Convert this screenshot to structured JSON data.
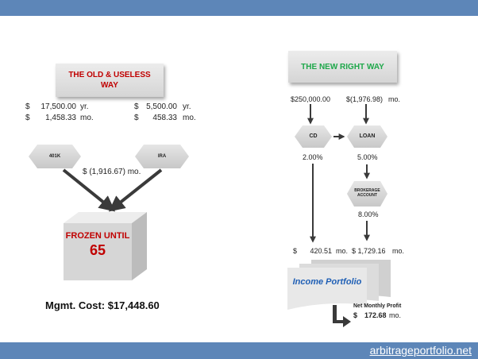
{
  "footer": {
    "link": "arbitrageportfolio.net"
  },
  "colors": {
    "bar": "#5d86b8",
    "old_title": "#c00000",
    "new_title": "#1ea84a",
    "portfolio_title": "#1f5fb5"
  },
  "old_way": {
    "title_line1": "THE OLD & USELESS",
    "title_line2": "WAY",
    "left": {
      "sym1": "$",
      "yearly": "17,500.00",
      "yearly_unit": "yr.",
      "sym2": "$",
      "monthly": "1,458.33",
      "monthly_unit": "mo."
    },
    "right": {
      "sym1": "$",
      "yearly": "5,500.00",
      "yearly_unit": "yr.",
      "sym2": "$",
      "monthly": "458.33",
      "monthly_unit": "mo."
    },
    "node_401k": "401K",
    "node_ira": "IRA",
    "payment": "$ (1,916.67) mo.",
    "frozen_line1": "FROZEN UNTIL",
    "frozen_line2": "65",
    "mgmt_cost": "Mgmt. Cost: $17,448.60"
  },
  "new_way": {
    "title": "THE NEW RIGHT WAY",
    "cd_amount": "$250,000.00",
    "loan_amount": "$(1,976.98)",
    "loan_unit": "mo.",
    "node_cd": "CD",
    "node_loan": "LOAN",
    "cd_rate": "2.00%",
    "loan_rate": "5.00%",
    "node_brokerage_line1": "BROKERAGE",
    "node_brokerage_line2": "ACCOUNT",
    "brokerage_rate": "8.00%",
    "cd_income_sym": "$",
    "cd_income": "420.51",
    "cd_income_unit": "mo.",
    "brokerage_income": "$ 1,729.16",
    "brokerage_income_unit": "mo.",
    "portfolio_title": "Income Portfolio",
    "profit_label": "Net Monthly Profit",
    "profit_sym": "$",
    "profit_value": "172.68",
    "profit_unit": "mo."
  }
}
